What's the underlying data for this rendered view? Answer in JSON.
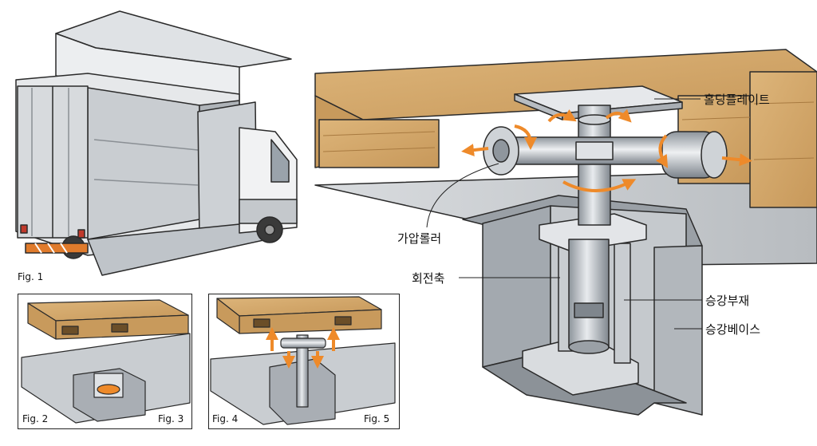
{
  "figures": {
    "fig1": "Fig. 1",
    "fig2": "Fig. 2",
    "fig3": "Fig. 3",
    "fig4": "Fig. 4",
    "fig5": "Fig. 5"
  },
  "callouts": {
    "holding_plate": "홀딩플레이트",
    "pressure_roller": "가압롤러",
    "rotation_shaft": "회전축",
    "lift_member": "승강부재",
    "lift_base": "승강베이스"
  },
  "colors": {
    "wood": "#d2a86c",
    "wood_dark": "#b98a4e",
    "metal": "#b9bec4",
    "metal_dark": "#7f868d",
    "arrow": "#ee8a2a",
    "outline": "#2a2a2a"
  }
}
